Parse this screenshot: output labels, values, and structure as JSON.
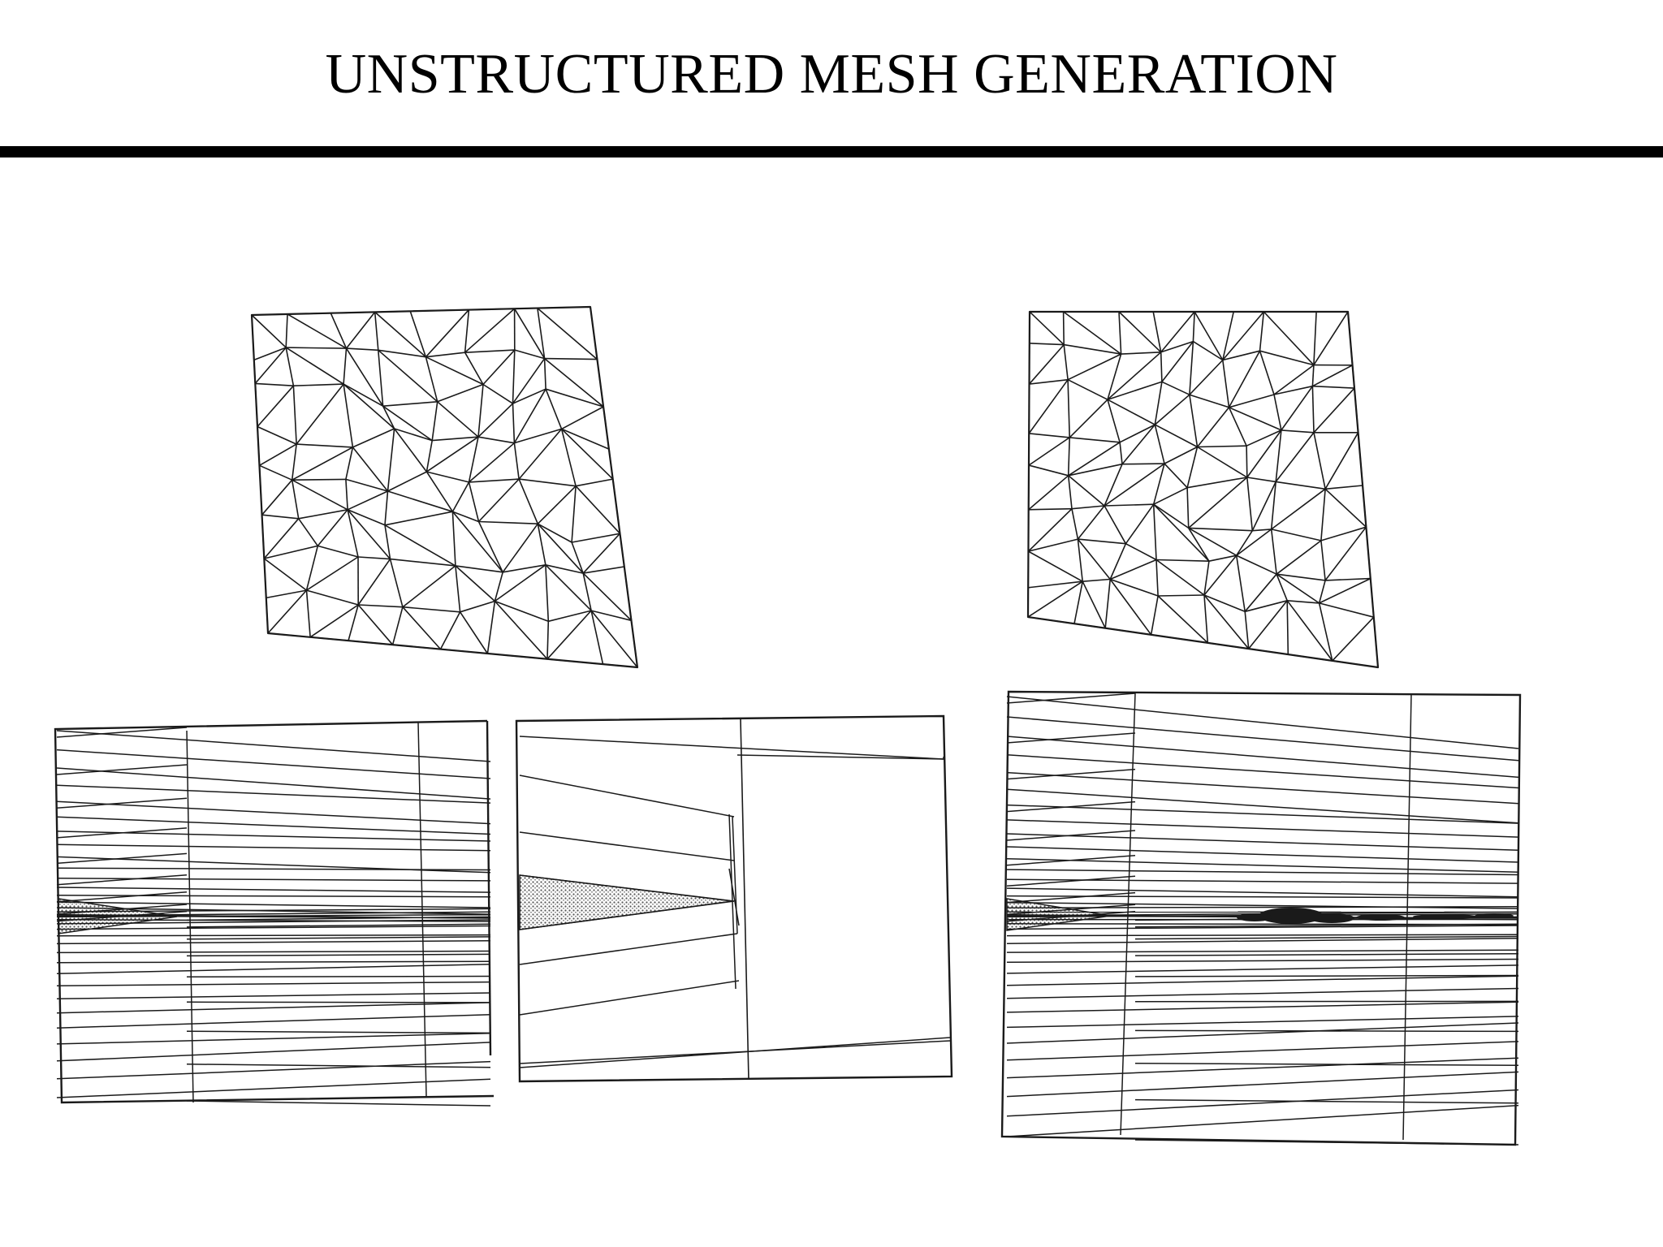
{
  "slide": {
    "title": "UNSTRUCTURED MESH GENERATION",
    "rule_color": "#000000"
  },
  "figures": [
    {
      "id": "mesh-3d-left",
      "kind": "triangulated-cube-mesh"
    },
    {
      "id": "mesh-3d-right",
      "kind": "triangulated-cube-mesh"
    },
    {
      "id": "wedge-mesh-fine",
      "kind": "2d-wedge-mesh"
    },
    {
      "id": "wedge-mesh-coarse",
      "kind": "2d-wedge-mesh"
    },
    {
      "id": "wedge-mesh-refined",
      "kind": "2d-wedge-mesh"
    }
  ],
  "colors": {
    "ink": "#1a1a1a",
    "shading": "#9a9a9a",
    "background": "#ffffff"
  }
}
